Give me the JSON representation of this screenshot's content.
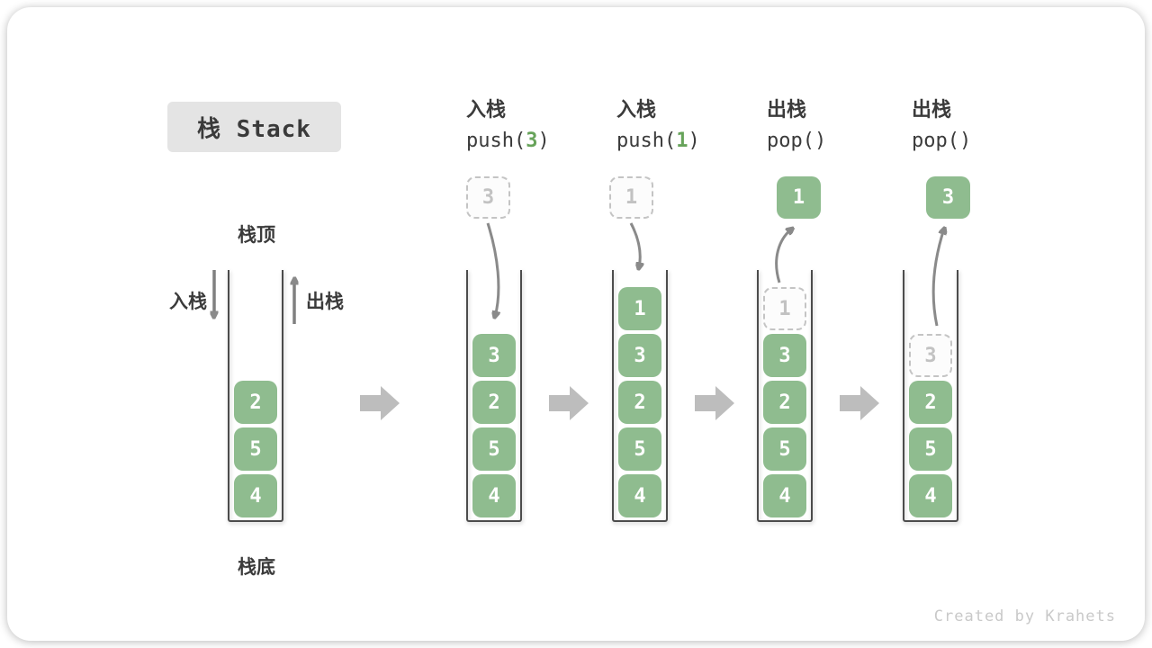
{
  "title": "栈 Stack",
  "side_labels": {
    "top": "栈顶",
    "bottom": "栈底",
    "push": "入栈",
    "pop": "出栈"
  },
  "operations": [
    {
      "action": "入栈",
      "code_pre": "push(",
      "code_arg": "3",
      "code_post": ")"
    },
    {
      "action": "入栈",
      "code_pre": "push(",
      "code_arg": "1",
      "code_post": ")"
    },
    {
      "action": "出栈",
      "code_pre": "pop(",
      "code_arg": "",
      "code_post": ")"
    },
    {
      "action": "出栈",
      "code_pre": "pop(",
      "code_arg": "",
      "code_post": ")"
    }
  ],
  "stages": [
    {
      "cells": [
        "2",
        "5",
        "4"
      ]
    },
    {
      "floating": "3",
      "floating_style": "dashed",
      "cells": [
        "3",
        "2",
        "5",
        "4"
      ]
    },
    {
      "floating": "1",
      "floating_style": "dashed",
      "cells": [
        "1",
        "3",
        "2",
        "5",
        "4"
      ]
    },
    {
      "floating": "1",
      "floating_style": "solid",
      "ghost": "1",
      "cells": [
        "3",
        "2",
        "5",
        "4"
      ]
    },
    {
      "floating": "3",
      "floating_style": "solid",
      "ghost": "3",
      "cells": [
        "2",
        "5",
        "4"
      ]
    }
  ],
  "watermark": "Created by Krahets",
  "colors": {
    "cell_green": "#8fbc8f",
    "code_green": "#67a35a",
    "arrow_gray": "#8a8a8a",
    "block_arrow_gray": "#bdbdbd",
    "text_dark": "#3b3b3b",
    "ghost_gray": "#c2c2c2",
    "title_bg": "#e4e4e4",
    "wall_dark": "#4c4c4c",
    "watermark_gray": "#c9c9c9"
  }
}
